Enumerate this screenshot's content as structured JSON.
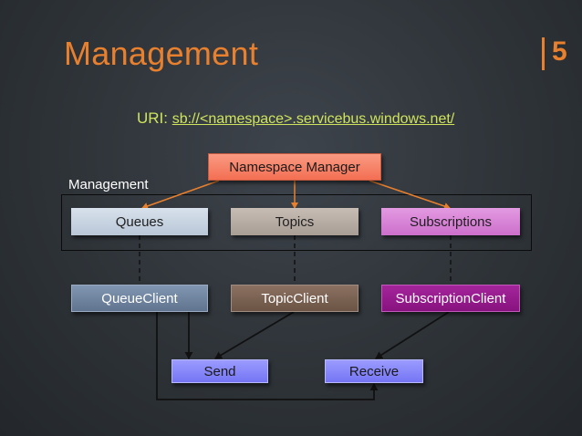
{
  "slide": {
    "title": "Management",
    "number": "5"
  },
  "uri": {
    "label": "URI:",
    "value": "sb://<namespace>.servicebus.windows.net/"
  },
  "group_label": "Management",
  "nodes": {
    "namespace_manager": "Namespace Manager",
    "queues": "Queues",
    "topics": "Topics",
    "subscriptions": "Subscriptions",
    "queue_client": "QueueClient",
    "topic_client": "TopicClient",
    "subscription_client": "SubscriptionClient",
    "send": "Send",
    "receive": "Receive"
  },
  "colors": {
    "accent": "#e8802e",
    "uri": "#cfe45c",
    "arrow_orange": "#e8802e",
    "arrow_dark": "#111111"
  }
}
